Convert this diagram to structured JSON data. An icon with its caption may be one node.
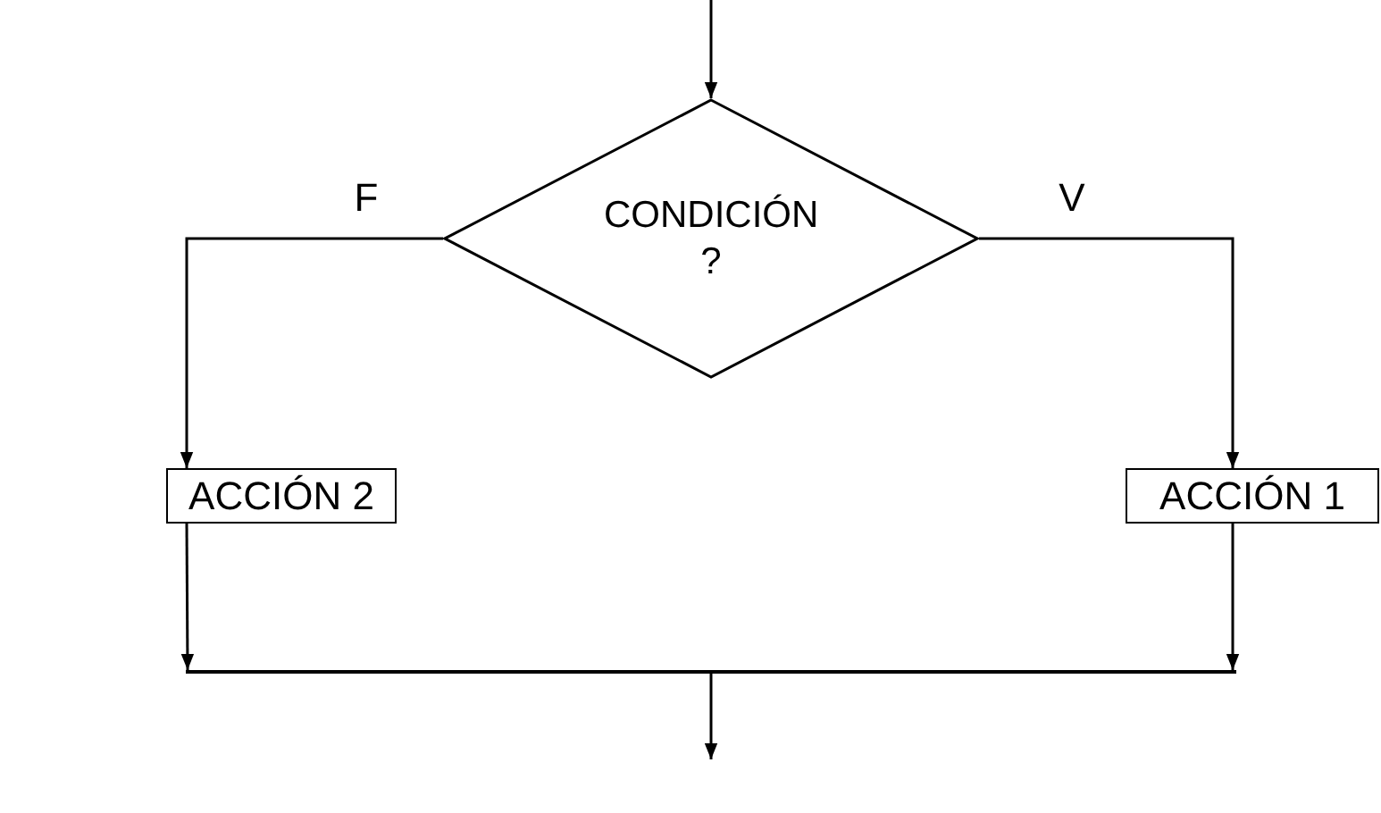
{
  "diagram": {
    "nodes": [
      {
        "text": [
          "CONDICIÓN ?"
        ]
      },
      {
        "text": [
          "ACCIÓN 2"
        ]
      },
      {
        "text": [
          "ACCIÓN 1"
        ]
      },
      {
        "text": [],
        "shape": "bar"
      }
    ],
    "edges": [
      {
        "from": null,
        "to": 0,
        "arrow": "to"
      },
      {
        "from": 0,
        "to": 1,
        "arrow": "to",
        "label": "F"
      },
      {
        "from": 0,
        "to": 2,
        "arrow": "to",
        "label": "V"
      },
      {
        "from": 1,
        "to": 3,
        "arrow": "to"
      },
      {
        "from": 2,
        "to": 3,
        "arrow": "to"
      },
      {
        "from": 3,
        "to": null,
        "arrow": "to"
      }
    ]
  }
}
